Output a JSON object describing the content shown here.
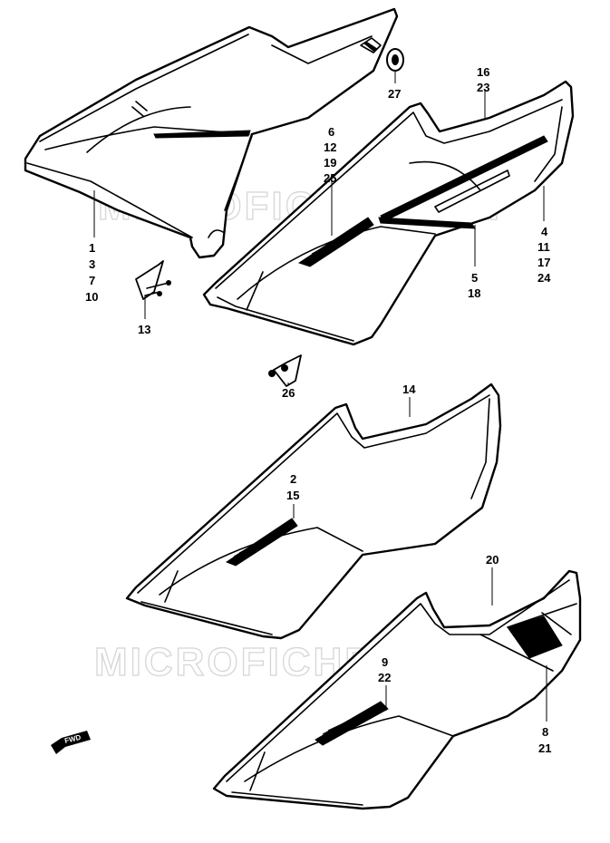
{
  "watermark": {
    "text_top": "MICROFICHES.NET",
    "text_bottom": "MICROFICHES.NET"
  },
  "direction_arrow": {
    "label": "FWD"
  },
  "callouts": {
    "c1": [
      "1",
      "3",
      "7",
      "10"
    ],
    "c13": [
      "13"
    ],
    "c27": [
      "27"
    ],
    "c6": [
      "6",
      "12",
      "19",
      "25"
    ],
    "c16": [
      "16",
      "23"
    ],
    "c4": [
      "4",
      "11",
      "17",
      "24"
    ],
    "c5": [
      "5",
      "18"
    ],
    "c26": [
      "26"
    ],
    "c14": [
      "14"
    ],
    "c2": [
      "2",
      "15"
    ],
    "c20": [
      "20"
    ],
    "c9": [
      "9",
      "22"
    ],
    "c8": [
      "8",
      "21"
    ]
  }
}
